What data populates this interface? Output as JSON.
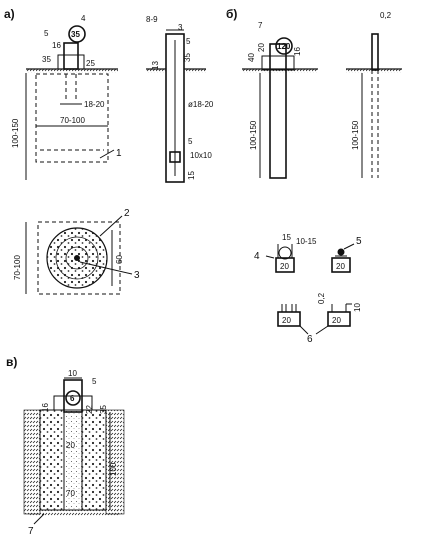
{
  "diagram": {
    "panel_labels": {
      "a": "а)",
      "b": "б)",
      "v": "в)"
    },
    "panel_a": {
      "dims": {
        "top_4": "4",
        "badge": "35",
        "d_5": "5",
        "d_16": "16",
        "d_35": "35",
        "d_25": "25",
        "d_100_150": "100-150",
        "d_18_20": "18-20",
        "d_70_100": "70-100",
        "d_8_9": "8-9",
        "d_3": "3",
        "d_5b": "5",
        "d_35b": "35",
        "d_13": "13",
        "rod_dia": "ø18-20",
        "d_5c": "5",
        "plate": "10x10",
        "d_15": "15"
      },
      "callout_1": "1"
    },
    "plan_view": {
      "d_70_100": "70-100",
      "d_60": "60",
      "callout_2": "2",
      "callout_3": "3"
    },
    "panel_b": {
      "dims": {
        "d_7": "7",
        "d_20": "20",
        "d_40": "40",
        "badge": "120",
        "d_16": "16",
        "d_100_150": "100-150",
        "d_02": "0,2",
        "d_100_150b": "100-150"
      }
    },
    "details": {
      "d_15": "15",
      "d_10_15": "10-15",
      "d_20a": "20",
      "d_20b": "20",
      "d_20c": "20",
      "d_20d": "20",
      "d_02": "0,2",
      "d_10": "10",
      "callout_4": "4",
      "callout_5": "5",
      "callout_6": "6"
    },
    "panel_v": {
      "dims": {
        "d_10": "10",
        "d_5": "5",
        "badge": "6",
        "d_16": "16",
        "d_22": "22",
        "d_35": "35",
        "d_20": "20",
        "d_100": "100",
        "d_70": "70"
      },
      "callout_7": "7"
    }
  }
}
